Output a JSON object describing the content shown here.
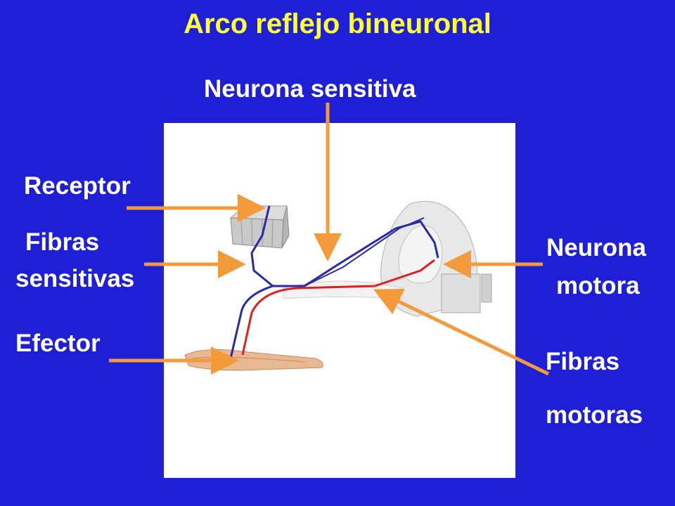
{
  "title": "Arco reflejo bineuronal",
  "labels": {
    "sensory_neuron": "Neurona sensitiva",
    "receptor": "Receptor",
    "sensory_fibers_line1": "Fibras",
    "sensory_fibers_line2": "sensitivas",
    "effector": "Efector",
    "motor_neuron_line1": "Neurona",
    "motor_neuron_line2": "motora",
    "motor_fibers_line1": "Fibras",
    "motor_fibers_line2": "motoras"
  },
  "colors": {
    "background": "#1f1fd6",
    "title": "#ffff33",
    "label": "#ffffff",
    "arrow": "#f39a3a",
    "sensory_path": "#2a2aa8",
    "motor_path": "#e02020"
  }
}
